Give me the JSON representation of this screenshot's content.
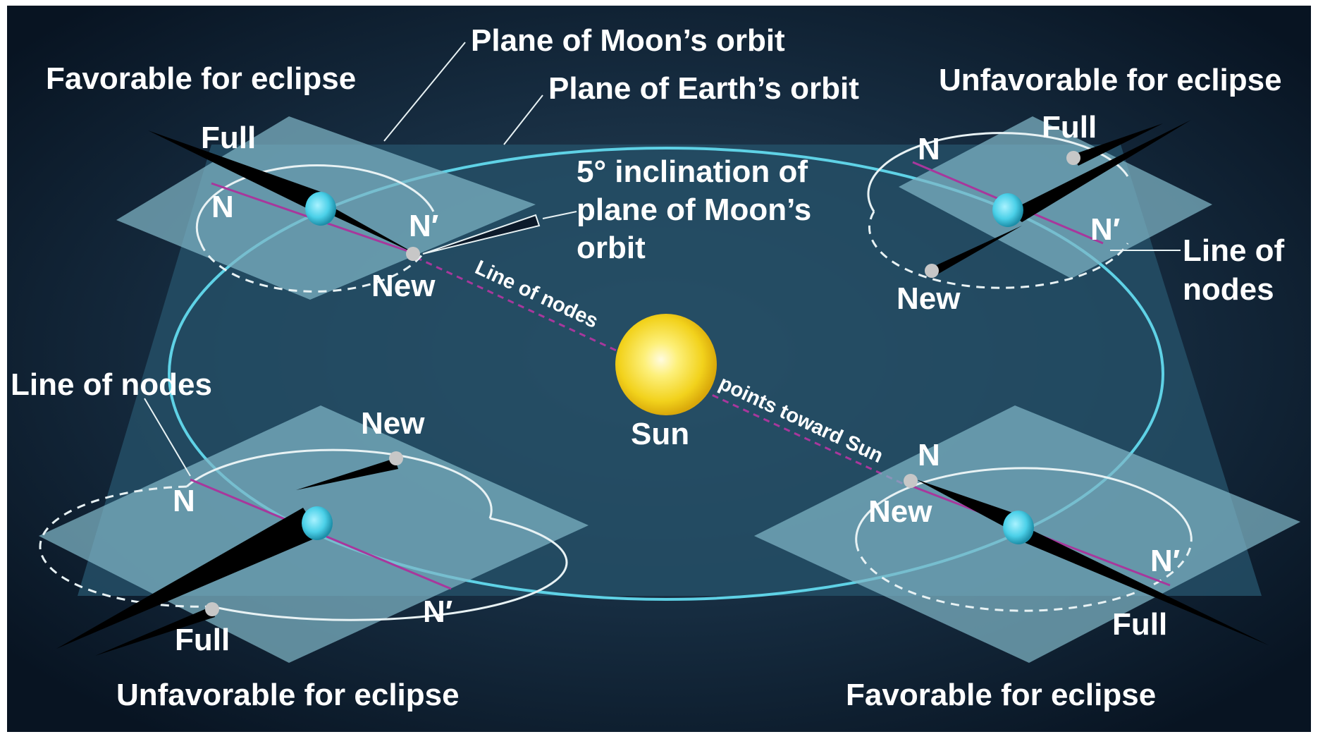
{
  "diagram": {
    "labels": {
      "plane_moon_orbit": "Plane of Moon’s orbit",
      "plane_earth_orbit": "Plane of Earth’s orbit",
      "inclination_line1": "5° inclination of",
      "inclination_line2": "plane of Moon’s",
      "inclination_line3": "orbit",
      "sun": "Sun",
      "line_of_nodes_center": "Line of nodes",
      "points_toward_sun": "points toward Sun",
      "line_of_nodes_left": "Line of nodes",
      "line_of_nodes_right_1": "Line of",
      "line_of_nodes_right_2": "nodes"
    },
    "panels": {
      "top_left": {
        "caption": "Favorable for eclipse",
        "full": "Full",
        "new": "New",
        "node": "N",
        "node_prime": "N′"
      },
      "top_right": {
        "caption": "Unfavorable for eclipse",
        "full": "Full",
        "new": "New",
        "node": "N",
        "node_prime": "N′"
      },
      "bottom_left": {
        "caption": "Unfavorable for eclipse",
        "full": "Full",
        "new": "New",
        "node": "N",
        "node_prime": "N′"
      },
      "bottom_right": {
        "caption": "Favorable for eclipse",
        "full": "Full",
        "new": "New",
        "node": "N",
        "node_prime": "N′"
      }
    },
    "colors": {
      "background": "#0c1a2a",
      "ecliptic_plane": "#1f4a5f",
      "moon_plane": "#7fb6c6",
      "earth": "#5ad6ea",
      "sun": "#f2d21c",
      "orbit_cyan": "#5fd2e6",
      "node_line": "#a8379c"
    }
  }
}
